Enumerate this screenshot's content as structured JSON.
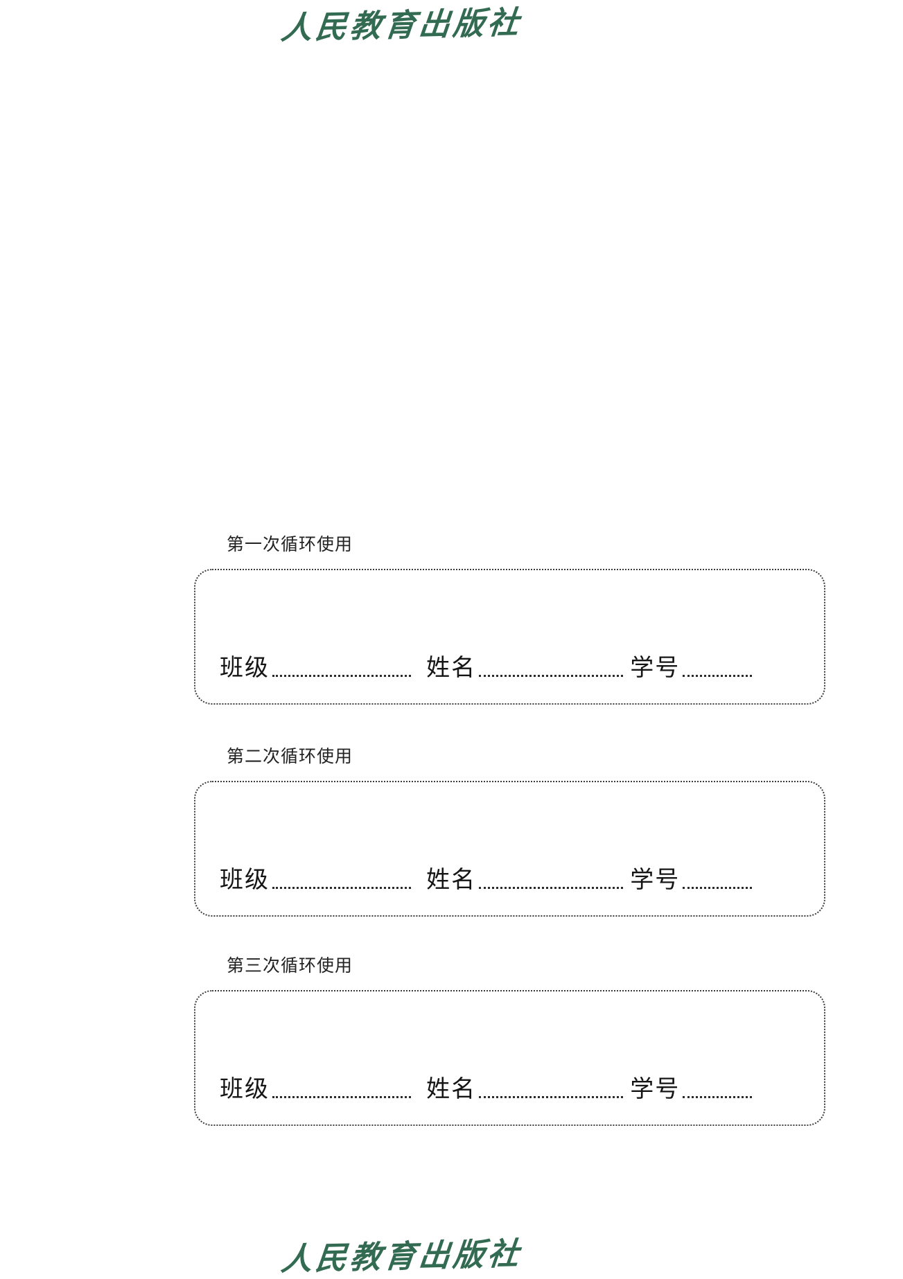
{
  "page": {
    "background_color": "#ffffff",
    "text_color": "#1a1a1a",
    "brand_color": "#336b52",
    "rule_color": "#2b2b2b",
    "border_color": "#3a3a3a"
  },
  "publisher": {
    "logo_header_text": "人民教育出版社",
    "logo_footer_text": "人民教育出版社",
    "icon_name": "publisher-calligraphy-logo"
  },
  "cycles": [
    {
      "caption": "第一次循环使用",
      "fields": [
        {
          "label": "班级",
          "value": ""
        },
        {
          "label": "姓名",
          "value": ""
        },
        {
          "label": "学号",
          "value": ""
        }
      ]
    },
    {
      "caption": "第二次循环使用",
      "fields": [
        {
          "label": "班级",
          "value": ""
        },
        {
          "label": "姓名",
          "value": ""
        },
        {
          "label": "学号",
          "value": ""
        }
      ]
    },
    {
      "caption": "第三次循环使用",
      "fields": [
        {
          "label": "班级",
          "value": ""
        },
        {
          "label": "姓名",
          "value": ""
        },
        {
          "label": "学号",
          "value": ""
        }
      ]
    }
  ]
}
